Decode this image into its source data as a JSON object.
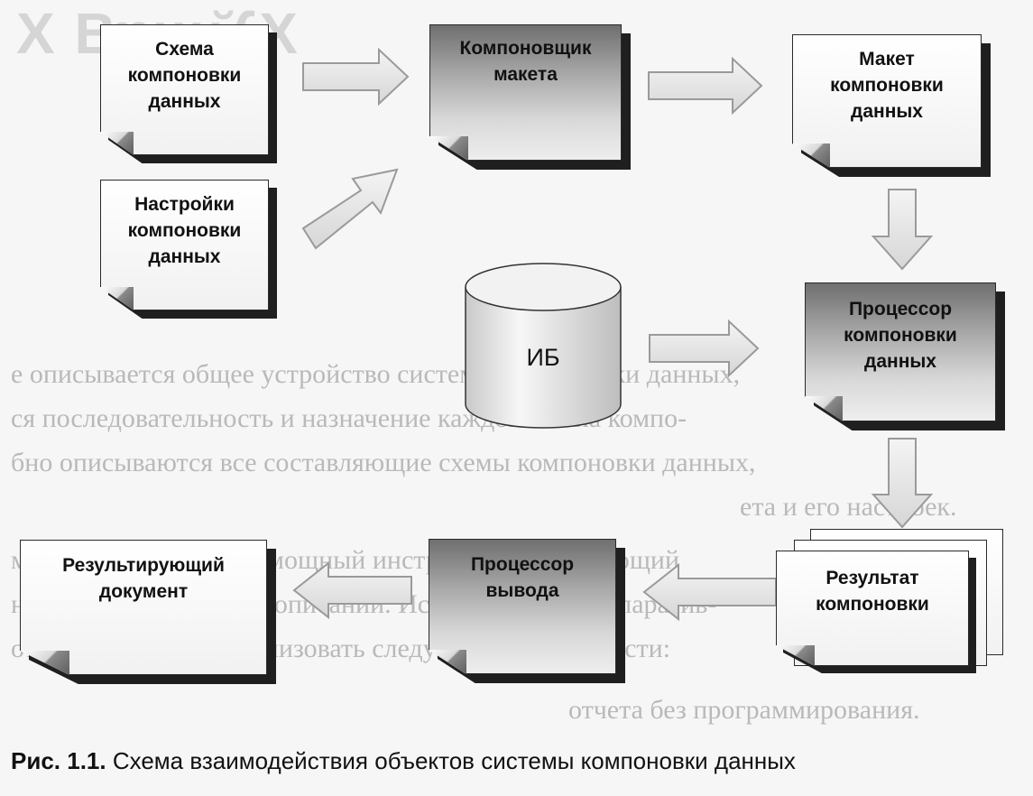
{
  "diagram": {
    "nodes": {
      "data_composition_schema": {
        "lines": [
          "Схема",
          "компоновки",
          "данных"
        ]
      },
      "data_composition_settings": {
        "lines": [
          "Настройки",
          "компоновки",
          "данных"
        ]
      },
      "template_composer": {
        "lines": [
          "Компоновщик",
          "макета"
        ]
      },
      "data_composition_template": {
        "lines": [
          "Макет",
          "компоновки",
          "данных"
        ]
      },
      "infobase": {
        "label": "ИБ"
      },
      "data_composition_processor": {
        "lines": [
          "Процессор",
          "компоновки",
          "данных"
        ]
      },
      "composition_result": {
        "lines": [
          "Результат",
          "компоновки"
        ]
      },
      "output_processor": {
        "lines": [
          "Процессор",
          "вывода"
        ]
      },
      "result_document": {
        "lines": [
          "Результирующий",
          "документ"
        ]
      }
    },
    "caption": {
      "number": "Рис. 1.1.",
      "text": "Схема взаимодействия объектов системы компоновки данных"
    }
  },
  "background_bleed": {
    "heading": "X Bɐнн̆ʎX",
    "lines": [
      "е описывается общее устройство системы компоновки данных,",
      "ся последовательность и назначение каждого этапа компо-",
      "бно описываются все составляющие схемы компоновки данных,",
      "ета и его настроек.",
      "мпоновки (объект) — мощный инструмент, позволяющий",
      "ние на декларативный описании. Использование декларатив-",
      "отчетов позволяет реализовать следующие возможности:",
      "отчета без программирования."
    ]
  },
  "colors": {
    "page": "#f6f6f6",
    "box_border": "#2a2a2a",
    "shadow": "#1f1f1f",
    "arrow_fill": "#e6e6e6",
    "arrow_stroke": "#9a9a9a"
  }
}
